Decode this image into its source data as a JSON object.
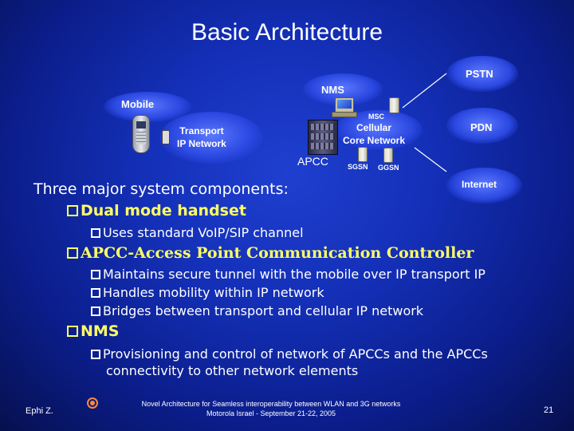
{
  "title": "Basic Architecture",
  "diagram": {
    "pstn": "PSTN",
    "nms": "NMS",
    "mobile": "Mobile",
    "msc": "MSC",
    "transport_line1": "Transport",
    "transport_line2": "IP Network",
    "cellular_line1": "Cellular",
    "cellular_line2": "Core Network",
    "pdn": "PDN",
    "apcc": "APCC",
    "sgsn": "SGSN",
    "ggsn": "GGSN",
    "internet": "Internet"
  },
  "body": {
    "intro": "Three major system components:",
    "item1": "Dual mode handset",
    "item1_sub1": "Uses standard VoIP/SIP channel",
    "item2": "APCC-Access Point Communication Controller",
    "item2_sub1": "Maintains secure tunnel with the mobile over IP transport IP",
    "item2_sub2": "Handles mobility within IP network",
    "item2_sub3": "Bridges between transport and cellular IP network",
    "item3": "NMS",
    "item3_sub1_line1": "Provisioning and control of network of APCCs and the APCCs",
    "item3_sub1_line2": "connectivity to other network elements"
  },
  "footer": {
    "author": "Ephi Z.",
    "line1": "Novel Architecture for Seamless interoperability between WLAN and 3G networks",
    "line2": "Motorola Israel  - September 21-22, 2005",
    "page": "21"
  }
}
